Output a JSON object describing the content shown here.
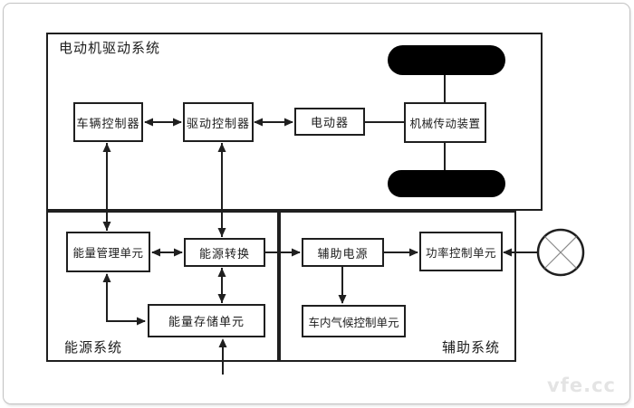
{
  "diagram": {
    "sections": {
      "motor_drive": {
        "label": "电动机驱动系统"
      },
      "energy": {
        "label": "能源系统"
      },
      "auxiliary": {
        "label": "辅助系统"
      }
    },
    "nodes": {
      "vehicle_controller": {
        "label": "车辆控制器"
      },
      "drive_controller": {
        "label": "驱动控制器"
      },
      "motor": {
        "label": "电动器"
      },
      "transmission": {
        "label": "机械传动装置"
      },
      "energy_management": {
        "label": "能量管理单元"
      },
      "energy_conversion": {
        "label": "能源转换"
      },
      "energy_storage": {
        "label": "能量存储单元"
      },
      "aux_power": {
        "label": "辅助电源"
      },
      "power_control": {
        "label": "功率控制单元"
      },
      "climate_control": {
        "label": "车内气候控制单元"
      }
    },
    "symbols": {
      "wheel_top": "wheel",
      "wheel_bottom": "wheel",
      "fan": "circle-x-symbol"
    },
    "edges": [
      {
        "from": "vehicle_controller",
        "to": "drive_controller",
        "style": "bidirectional"
      },
      {
        "from": "drive_controller",
        "to": "motor",
        "style": "bidirectional"
      },
      {
        "from": "motor",
        "to": "transmission",
        "style": "plain"
      },
      {
        "from": "transmission",
        "to": "wheel_top",
        "style": "plain"
      },
      {
        "from": "transmission",
        "to": "wheel_bottom",
        "style": "plain"
      },
      {
        "from": "vehicle_controller",
        "to": "energy_management",
        "style": "bidirectional"
      },
      {
        "from": "drive_controller",
        "to": "energy_conversion",
        "style": "bidirectional"
      },
      {
        "from": "energy_management",
        "to": "energy_conversion",
        "style": "bidirectional"
      },
      {
        "from": "energy_conversion",
        "to": "energy_storage",
        "style": "bidirectional"
      },
      {
        "from": "energy_management",
        "to": "energy_storage",
        "style": "bidirectional-elbow"
      },
      {
        "from": "external_bottom",
        "to": "energy_storage",
        "style": "arrow"
      },
      {
        "from": "energy_conversion",
        "to": "aux_power",
        "style": "arrow"
      },
      {
        "from": "aux_power",
        "to": "power_control",
        "style": "arrow"
      },
      {
        "from": "fan",
        "to": "power_control",
        "style": "arrow"
      },
      {
        "from": "aux_power",
        "to": "climate_control",
        "style": "arrow"
      }
    ],
    "colors": {
      "line": "#1f1f1f",
      "wheel_fill": "#000000",
      "fan_x": "#8a8a8a",
      "frame_border": "#c2c2c2",
      "watermark_text": "#e4e4e4"
    },
    "watermark": "vfe.cc"
  }
}
